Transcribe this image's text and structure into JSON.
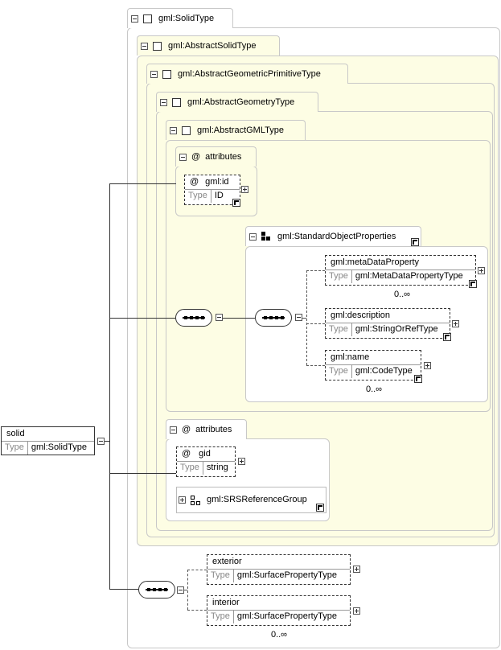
{
  "solid_type": {
    "label": "gml:SolidType"
  },
  "abstract_solid_type": {
    "label": "gml:AbstractSolidType"
  },
  "abstract_geometric_primitive_type": {
    "label": "gml:AbstractGeometricPrimitiveType"
  },
  "abstract_geometry_type": {
    "label": "gml:AbstractGeometryType"
  },
  "abstract_gml_type": {
    "label": "gml:AbstractGMLType"
  },
  "attributes_1": {
    "label": "attributes",
    "at_symbol": "@",
    "id_attr": {
      "name": "gml:id",
      "type_key": "Type",
      "type_value": "ID"
    }
  },
  "standard_object_properties": {
    "label": "gml:StandardObjectProperties",
    "meta_data_property": {
      "name": "gml:metaDataProperty",
      "type_key": "Type",
      "type_value": "gml:MetaDataPropertyType",
      "cardinality": "0..∞"
    },
    "description": {
      "name": "gml:description",
      "type_key": "Type",
      "type_value": "gml:StringOrRefType"
    },
    "name_elem": {
      "name": "gml:name",
      "type_key": "Type",
      "type_value": "gml:CodeType",
      "cardinality": "0..∞"
    }
  },
  "attributes_2": {
    "label": "attributes",
    "at_symbol": "@",
    "gid_attr": {
      "name": "gid",
      "type_key": "Type",
      "type_value": "string"
    },
    "srs_reference_group": {
      "label": "gml:SRSReferenceGroup"
    }
  },
  "root_element": {
    "name": "solid",
    "type_key": "Type",
    "type_value": "gml:SolidType"
  },
  "exterior": {
    "name": "exterior",
    "type_key": "Type",
    "type_value": "gml:SurfacePropertyType"
  },
  "interior": {
    "name": "interior",
    "type_key": "Type",
    "type_value": "gml:SurfacePropertyType",
    "cardinality": "0..∞"
  },
  "icons": [
    "minus-toggle-icon",
    "plus-toggle-icon",
    "checkbox-icon",
    "attribute-at-icon",
    "group-icon",
    "jump-arrow-icon",
    "sequence-compositor-icon"
  ],
  "colors": {
    "inherited_background": "#fdfde4",
    "border": "#c8c8c8",
    "line": "#333333"
  }
}
